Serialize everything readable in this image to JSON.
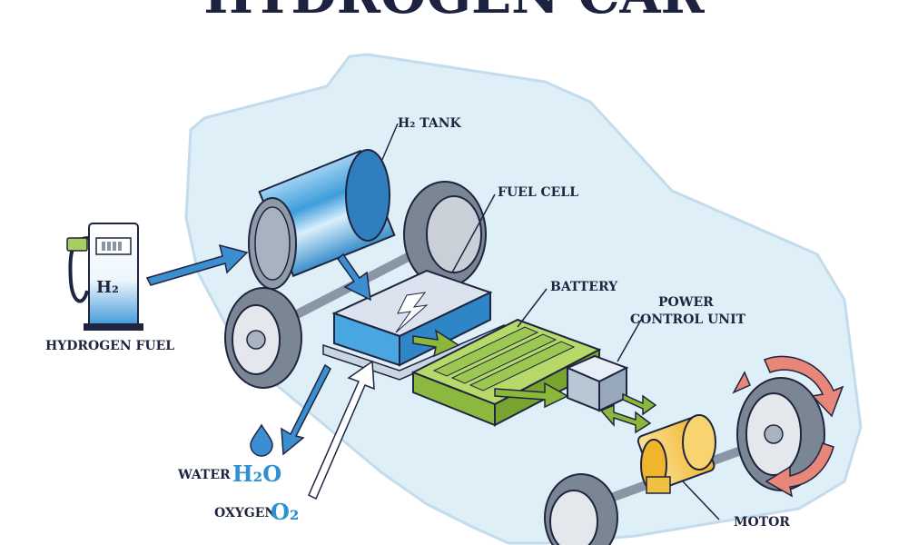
{
  "title": "HYDROGEN CAR",
  "labels": {
    "h2_tank": "H₂ TANK",
    "fuel_cell": "FUEL CELL",
    "battery": "BATTERY",
    "power_control_line1": "POWER",
    "power_control_line2": "CONTROL UNIT",
    "hydrogen_fuel": "HYDROGEN FUEL",
    "water": "WATER",
    "water_formula": "H₂O",
    "oxygen": "OXYGEN",
    "oxygen_formula": "O₂",
    "motor": "MOTOR",
    "pump_sign": "H₂"
  },
  "colors": {
    "outline": "#1f2440",
    "car_body": "#dceef8",
    "tank_blue": "#4aa6e0",
    "battery_green": "#a8cf5e",
    "motor_yellow": "#f2c040",
    "arrow_blue": "#3b8fd0",
    "arrow_green": "#8ab83a",
    "arrow_red": "#e8867a",
    "tire": "#7a8694"
  }
}
